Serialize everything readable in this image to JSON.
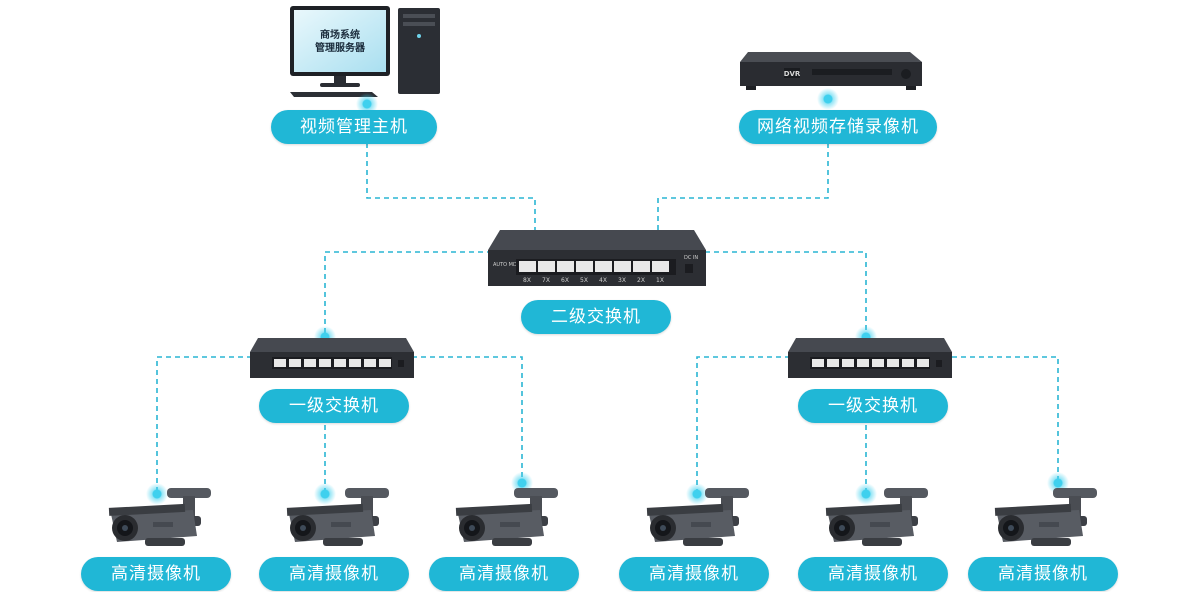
{
  "theme": {
    "accent": "#20b7d6",
    "line": "#2ab6d4",
    "device_dark": "#3b3e43"
  },
  "nodes": {
    "host": {
      "label": "视频管理主机",
      "screen_text_line1": "商场系统",
      "screen_text_line2": "管理服务器",
      "icon": "desktop-computer-icon"
    },
    "dvr": {
      "label": "网络视频存储录像机",
      "badge": "DVR",
      "icon": "nvr-recorder-icon"
    },
    "core_switch": {
      "label": "二级交换机",
      "icon": "network-switch-icon",
      "panel_left": "AUTO MDIX",
      "panel_right": "DC IN",
      "ports": [
        "8X",
        "7X",
        "6X",
        "5X",
        "4X",
        "3X",
        "2X",
        "1X"
      ]
    },
    "edge_switch_left": {
      "label": "一级交换机",
      "icon": "network-switch-icon"
    },
    "edge_switch_right": {
      "label": "一级交换机",
      "icon": "network-switch-icon"
    },
    "cameras": [
      {
        "label": "高清摄像机",
        "icon": "cctv-camera-icon"
      },
      {
        "label": "高清摄像机",
        "icon": "cctv-camera-icon"
      },
      {
        "label": "高清摄像机",
        "icon": "cctv-camera-icon"
      },
      {
        "label": "高清摄像机",
        "icon": "cctv-camera-icon"
      },
      {
        "label": "高清摄像机",
        "icon": "cctv-camera-icon"
      },
      {
        "label": "高清摄像机",
        "icon": "cctv-camera-icon"
      }
    ]
  }
}
